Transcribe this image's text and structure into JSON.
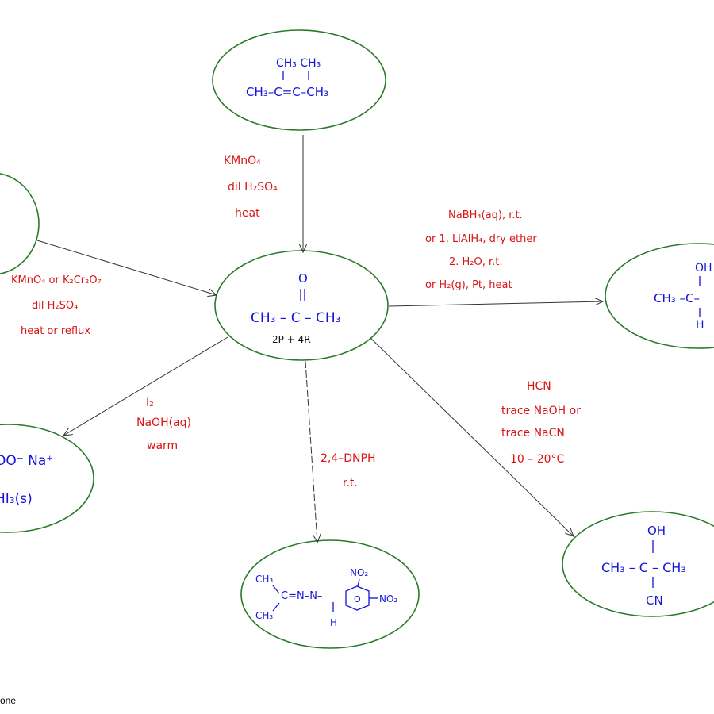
{
  "diagram": {
    "colors": {
      "node_outline": "#2a7a2a",
      "structure": "#1515d8",
      "reagent": "#d81515",
      "arrow": "#333333"
    },
    "top_node": {
      "substituents": "CH₃ CH₃",
      "formula": "CH₃–C=C–CH₃"
    },
    "center_node": {
      "oxygen": "O",
      "formula": "CH₃ – C – CH₃",
      "note": "2P + 4R"
    },
    "right_node": {
      "oh": "OH",
      "formula": "CH₃ –C–",
      "h": "H"
    },
    "left_bottom_node": {
      "line1": "OO⁻ Na⁺",
      "line2": "HI₃(s)"
    },
    "bottom_node": {
      "ch3_top": "CH₃",
      "chain": "C=N–N–",
      "ch3_bottom": "CH₃",
      "h": "H",
      "no2_top": "NO₂",
      "ring_o": "O",
      "no2_right": "NO₂"
    },
    "bottom_right_node": {
      "oh": "OH",
      "formula": "CH₃ – C – CH₃",
      "cn": "CN"
    },
    "reagents": {
      "oxidative_cleavage": [
        "KMnO₄",
        "dil H₂SO₄",
        "heat"
      ],
      "oxidation": [
        "KMnO₄ or K₂Cr₂O₇",
        "dil H₂SO₄",
        "heat or reflux"
      ],
      "reduction": [
        "NaBH₄(aq), r.t.",
        "or 1. LiAlH₄, dry ether",
        "2. H₂O, r.t.",
        "or H₂(g), Pt, heat"
      ],
      "iodoform": [
        "I₂",
        "NaOH(aq)",
        "warm"
      ],
      "dnph": [
        "2,4–DNPH",
        "r.t."
      ],
      "cyanohydrin": [
        "HCN",
        "trace NaOH or",
        "trace NaCN",
        "10 – 20°C"
      ]
    },
    "caption": "one"
  }
}
